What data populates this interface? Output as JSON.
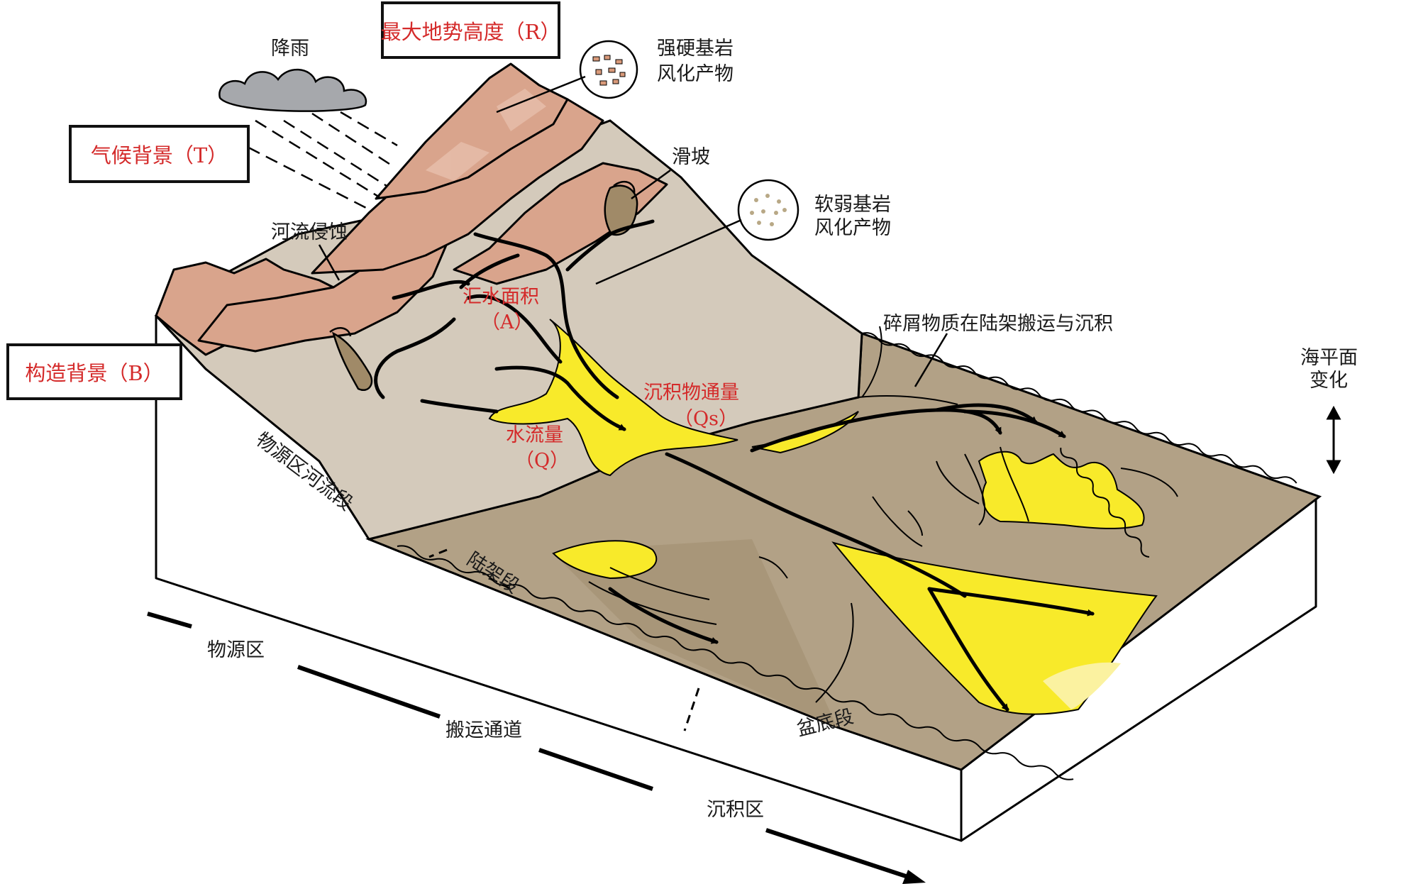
{
  "factors": {
    "relief": "最大地势高度（R）",
    "climate": "气候背景（T）",
    "tectonic": "构造背景（B）"
  },
  "labels": {
    "rain": "降雨",
    "hard_rock_1": "强硬基岩",
    "hard_rock_2": "风化产物",
    "landslide": "滑坡",
    "soft_rock_1": "软弱基岩",
    "soft_rock_2": "风化产物",
    "river_erosion": "河流侵蚀",
    "catchment_1": "汇水面积",
    "catchment_2": "（A）",
    "shelf_transport": "碎屑物质在陆架搬运与沉积",
    "sea_level_1": "海平面",
    "sea_level_2": "变化",
    "sediment_flux_1": "沉积物通量",
    "sediment_flux_2": "（Qs）",
    "water_discharge_1": "水流量",
    "water_discharge_2": "（Q）",
    "source_river": "物源区河流段",
    "shelf_segment": "陆架段",
    "basin_floor": "盆底段"
  },
  "zones": {
    "source": "物源区",
    "transport": "搬运通道",
    "sink": "沉积区"
  },
  "colors": {
    "mountain": "#d9a48c",
    "lowland": "#d4cabb",
    "shelf": "#b2a186",
    "sand": "#f8ea2a",
    "cloud": "#a6a8ac",
    "accent": "#d42a2a"
  }
}
